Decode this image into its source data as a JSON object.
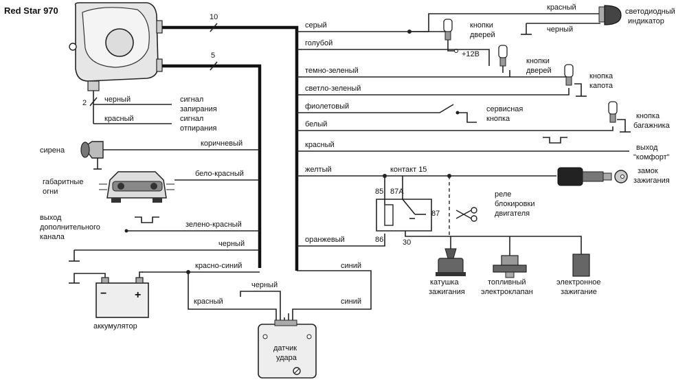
{
  "title": "Red Star 970",
  "bus": {
    "count_top": "10",
    "count_mid": "5",
    "count_small": "2"
  },
  "labels": {
    "grey": "серый",
    "blue_light": "голубой",
    "dark_green": "темно-зеленый",
    "light_green": "светло-зеленый",
    "violet": "фиолетовый",
    "white": "белый",
    "red_right": "красный",
    "yellow": "желтый",
    "contact15": "контакт 15",
    "orange": "оранжевый",
    "black_sig": "черный",
    "red_sig": "красный",
    "brown": "коричневый",
    "white_red": "бело-красный",
    "green_red": "зелено-красный",
    "black_gnd": "черный",
    "red_blue": "красно-синий",
    "blue1": "синий",
    "blue2": "синий",
    "sensor_black": "черный",
    "sensor_red": "красный",
    "led_red": "красный",
    "led_black": "черный",
    "plus12": "+12В",
    "r85": "85",
    "r87a": "87А",
    "r87": "87",
    "r86": "86",
    "r30": "30"
  },
  "components": {
    "lock_signal_1": "сигнал",
    "lock_signal_2": "запирания",
    "unlock_signal_1": "сигнал",
    "unlock_signal_2": "отпирания",
    "siren": "сирена",
    "side_lights_1": "габаритные",
    "side_lights_2": "огни",
    "aux_1": "выход",
    "aux_2": "дополнительного",
    "aux_3": "канала",
    "battery": "аккумулятор",
    "sensor_1": "датчик",
    "sensor_2": "удара",
    "led_1": "светодиодный",
    "led_2": "индикатор",
    "door1_1": "кнопки",
    "door1_2": "дверей",
    "door2_1": "кнопки",
    "door2_2": "дверей",
    "hood_1": "кнопка",
    "hood_2": "капота",
    "service_1": "сервисная",
    "service_2": "кнопка",
    "trunk_1": "кнопка",
    "trunk_2": "багажника",
    "comfort_1": "выход",
    "comfort_2": "\"комфорт\"",
    "ignition_1": "замок",
    "ignition_2": "зажигания",
    "relay_1": "реле",
    "relay_2": "блокировки",
    "relay_3": "двигателя",
    "coil_1": "катушка",
    "coil_2": "зажигания",
    "fuel_1": "топливный",
    "fuel_2": "электроклапан",
    "eign_1": "электронное",
    "eign_2": "зажигание"
  },
  "colors": {
    "wire": "#222222",
    "bus": "#111111",
    "component_fill": "#e6e6e6"
  },
  "icons": [
    "control-unit-icon",
    "siren-icon",
    "car-front-icon",
    "battery-icon",
    "shock-sensor-icon",
    "led-indicator-icon",
    "door-switch-icon",
    "ignition-key-icon",
    "relay-icon",
    "scissors-icon",
    "ignition-coil-icon",
    "fuel-valve-icon",
    "electronic-ignition-icon"
  ]
}
